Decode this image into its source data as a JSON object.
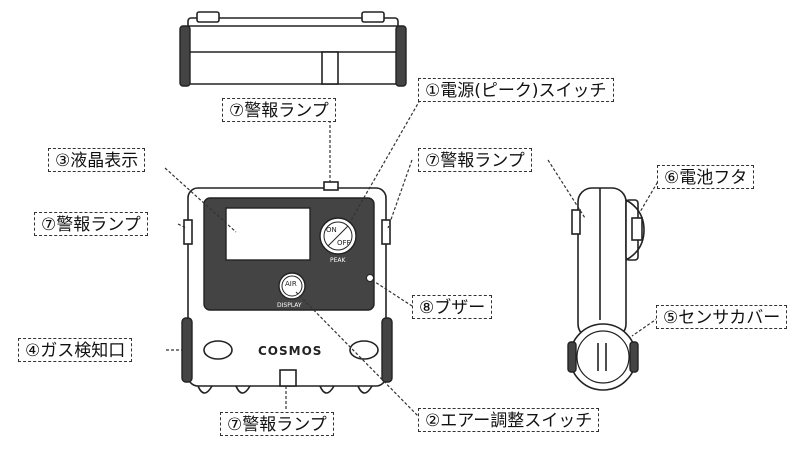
{
  "labels": {
    "power_switch": "①電源(ピーク)スイッチ",
    "air_switch": "②エアー調整スイッチ",
    "lcd": "③液晶表示",
    "gas_inlet": "④ガス検知口",
    "sensor_cover": "⑤センサカバー",
    "battery_cover": "⑥電池フタ",
    "alarm_lamp": "⑦警報ランプ",
    "buzzer": "⑧ブザー"
  },
  "device": {
    "brand": "COSMOS",
    "on_label": "ON",
    "off_label": "OFF",
    "peak_label": "PEAK",
    "air_label": "AIR",
    "display_label": "DISPLAY"
  }
}
